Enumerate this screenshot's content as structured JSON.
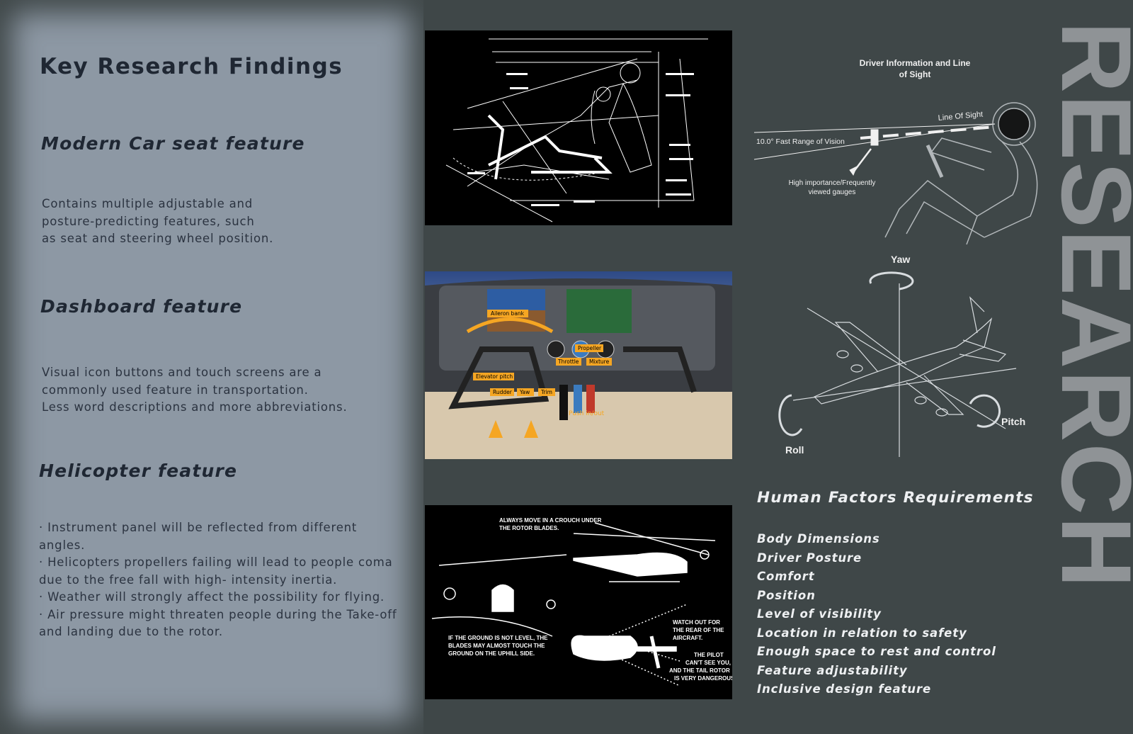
{
  "left": {
    "title": "Key Research Findings",
    "sections": [
      {
        "heading": "Modern Car seat feature",
        "text": "Contains multiple adjustable and\nposture-predicting features, such\nas seat and steering wheel position."
      },
      {
        "heading": "Dashboard feature",
        "text": "Visual icon buttons and touch screens are a\ncommonly used  feature in transportation.\nLess word descriptions and more abbreviations."
      },
      {
        "heading": "Helicopter feature",
        "bullets": [
          "· Instrument panel will be reflected from different angles.",
          "· Helicopters propellers failing will lead to people coma due to the free fall with high- intensity inertia.",
          "· Weather will strongly affect the possibility for flying.",
          "·  Air pressure might threaten people during the Take-off and landing due to the rotor."
        ]
      }
    ]
  },
  "images": {
    "dashboard_labels": [
      "Aileron bank",
      "Propeller",
      "Throttle",
      "Mixture",
      "Elevator pitch",
      "Rudder",
      "Yaw",
      "Trim",
      "Push in/out"
    ],
    "heli_notes": {
      "top": "ALWAYS MOVE IN A CROUCH UNDER THE ROTOR BLADES.",
      "left": "IF THE GROUND IS NOT LEVEL, THE BLADES MAY ALMOST TOUCH THE GROUND ON THE UPHILL SIDE.",
      "right1": "WATCH OUT FOR THE REAR OF THE AIRCRAFT.",
      "right2": "THE PILOT CAN'T SEE YOU, AND THE TAIL ROTOR IS VERY DANGEROUS"
    }
  },
  "sightline": {
    "title_line1": "Driver Information and Line",
    "title_line2": "of Sight",
    "line_of_sight": "Line Of Sight",
    "range": "10.0° Fast Range of Vision",
    "gauges_line1": "High importance/Frequently",
    "gauges_line2": "viewed gauges"
  },
  "axes": {
    "yaw": "Yaw",
    "pitch": "Pitch",
    "roll": "Roll"
  },
  "human_factors": {
    "title": "Human Factors Requirements",
    "items": [
      "Body Dimensions",
      "Driver Posture",
      "Comfort",
      "Position",
      "Level of visibility",
      "Location in relation to safety",
      "Enough space to rest and control",
      "Feature adjustability",
      "Inclusive design feature"
    ]
  },
  "side_word": "RESEARCH",
  "colors": {
    "background": "#3f4748",
    "left_panel": "#8d98a4",
    "heading_text": "#1f2733",
    "light_text": "#eef0f2",
    "side_word": "#8f9396",
    "accent_orange": "#f5a623"
  }
}
